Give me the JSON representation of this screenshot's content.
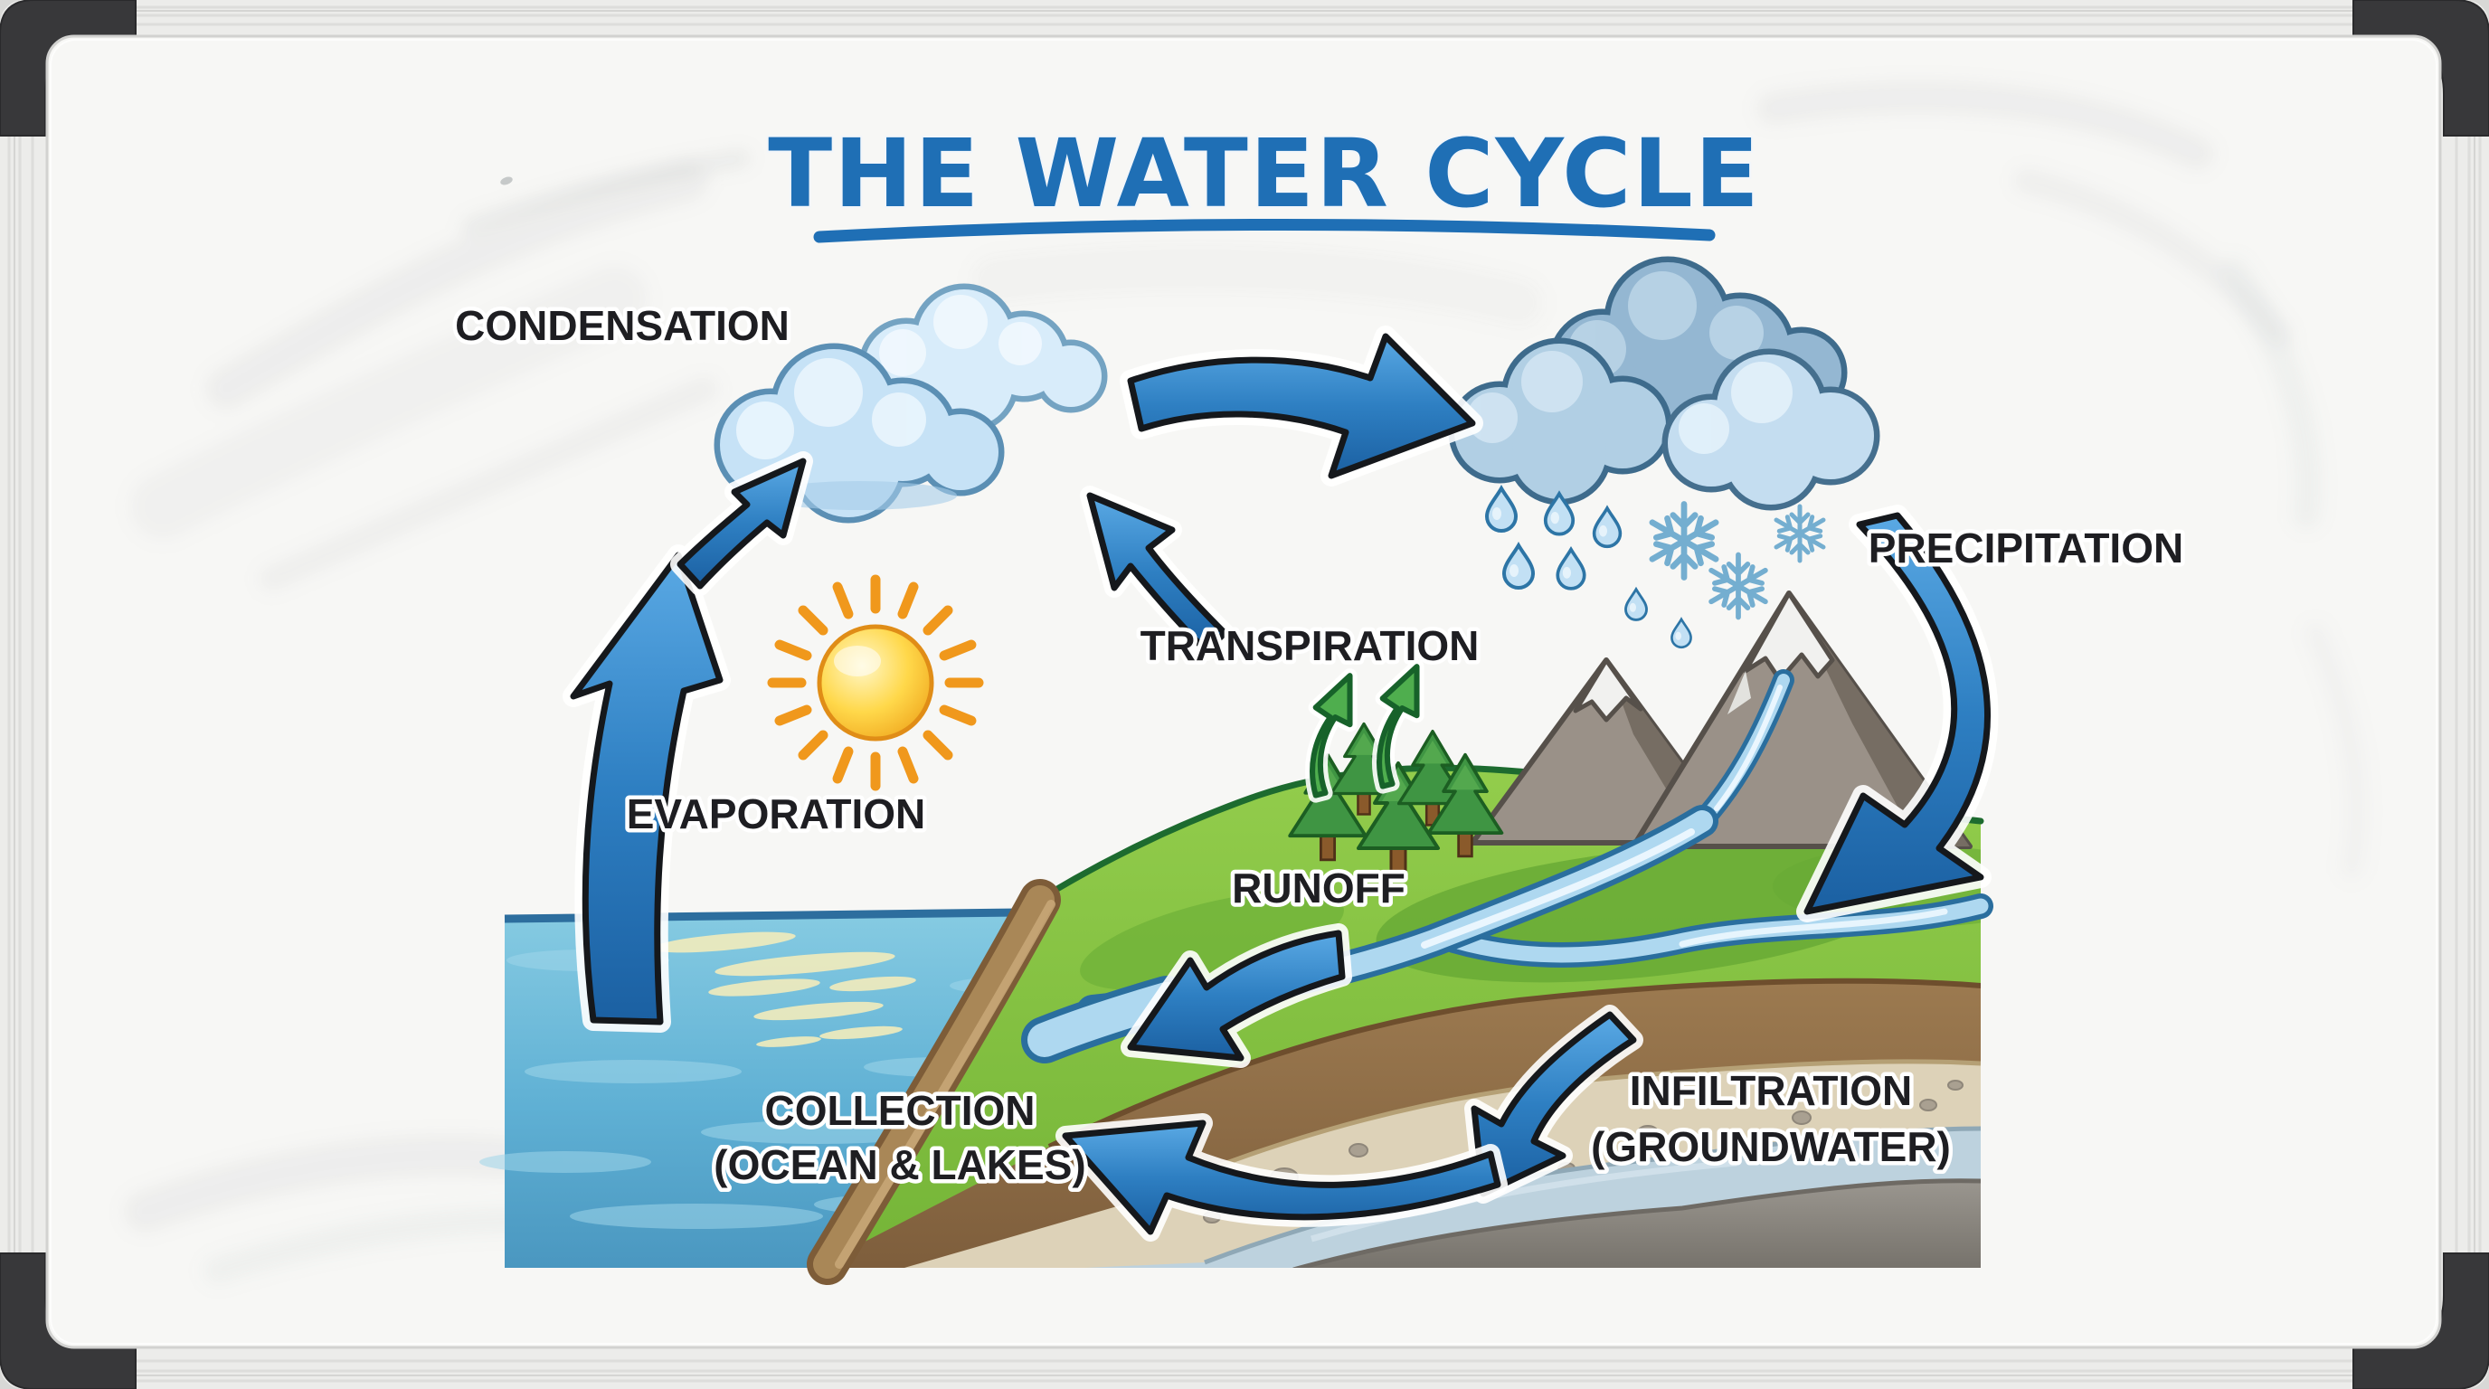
{
  "board": {
    "title": "THE WATER CYCLE"
  },
  "labels": {
    "condensation": "CONDENSATION",
    "precipitation": "PRECIPITATION",
    "transpiration": "TRANSPIRATION",
    "evaporation": "EVAPORATION",
    "runoff": "RUNOFF",
    "collection_line1": "COLLECTION",
    "collection_line2": "(OCEAN & LAKES)",
    "infiltration_line1": "INFILTRATION",
    "infiltration_line2": "(GROUNDWATER)"
  },
  "icons": {
    "sun": "sun-icon",
    "condensation_clouds": "cloud-icon",
    "rain_clouds": "rain-cloud-icon",
    "raindrops": "raindrop-icon",
    "snowflakes": "snowflake-icon",
    "trees": "pine-tree-icon",
    "mountains": "mountain-icon"
  },
  "colors": {
    "title_blue": "#1f6fb5",
    "arrow_blue": "#2e7fc2",
    "label_black": "#1e1e22",
    "ocean_blue": "#5fb0d4",
    "grass_green": "#7fbf3f",
    "sun_yellow": "#ffd84a",
    "soil_brown": "#96744c",
    "bedrock_gray": "#8b8781",
    "light_cloud": "#c6e2f6",
    "rain_cloud": "#94b7d2"
  }
}
